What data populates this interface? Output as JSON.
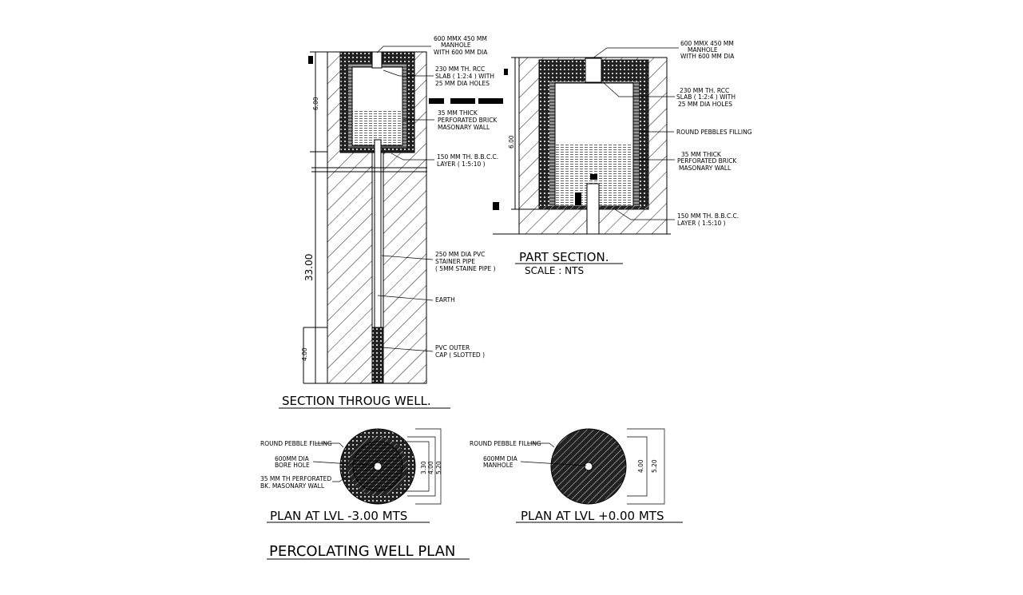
{
  "section_through_well": {
    "title": "SECTION THROUG WELL.",
    "labels": {
      "manhole": [
        "600 MMX 450 MM",
        "MANHOLE",
        "WITH 600 MM DIA"
      ],
      "slab": [
        "230 MM TH. RCC",
        "SLAB ( 1:2:4 ) WITH",
        "25 MM DIA HOLES"
      ],
      "wall": [
        "35 MM THICK",
        "PERFORATED BRICK",
        "MASONARY WALL"
      ],
      "bbcc": [
        "150 MM TH. B.B.C.C.",
        "LAYER ( 1:5:10 )"
      ],
      "pipe": [
        "250 MM DIA PVC",
        "STAINER PIPE",
        "( 5MM STAINE PIPE )"
      ],
      "earth": "EARTH",
      "cap": [
        "PVC OUTER",
        "CAP (  SLOTTED )"
      ]
    },
    "dimensions": [
      "6.00",
      "33.00",
      "4.00"
    ]
  },
  "part_section": {
    "title": "PART SECTION.",
    "scale": "SCALE :  NTS",
    "labels": {
      "manhole": [
        "600 MMX 450 MM",
        "MANHOLE",
        "WITH 600 MM DIA"
      ],
      "slab": [
        "230 MM TH. RCC",
        "SLAB ( 1:2:4 ) WITH",
        "25 MM DIA HOLES"
      ],
      "pebbles": "ROUND PEBBLES FILLING",
      "wall": [
        "35 MM THICK",
        "PERFORATED BRICK",
        "MASONARY WALL"
      ],
      "bbcc": [
        "150 MM TH. B.B.C.C.",
        "LAYER ( 1:5:10 )"
      ]
    },
    "dimensions": [
      "6.00"
    ]
  },
  "plan_minus_3": {
    "title": "PLAN AT LVL -3.00 MTS",
    "labels": {
      "pebble": "ROUND PEBBLE FILLING",
      "bore": [
        "600MM DIA",
        "BORE HOLE"
      ],
      "wall": [
        "35 MM TH PERFORATED",
        "BK. MASONARY WALL"
      ]
    },
    "dimensions": [
      "3.30",
      "4.00",
      "5.20"
    ]
  },
  "plan_zero": {
    "title": "PLAN AT LVL +0.00 MTS",
    "labels": {
      "pebble": "ROUND PEBBLE FILLING",
      "manhole": [
        "600MM DIA",
        "MANHOLE"
      ]
    },
    "dimensions": [
      "4.00",
      "5.20"
    ]
  },
  "main_title": "PERCOLATING WELL PLAN"
}
